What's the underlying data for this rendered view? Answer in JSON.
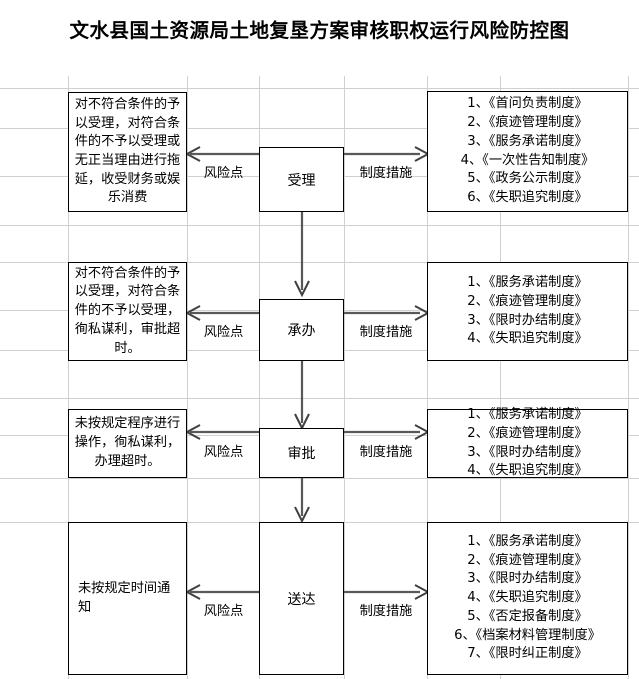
{
  "title": "文水县国土资源局土地复垦方案审核职权运行风险防控图",
  "labels": {
    "risk_point": "风险点",
    "measures": "制度措施"
  },
  "rows": [
    {
      "stage": "受理",
      "risk_text": "对不符合条件的予以受理，对符合条件的不予以受理或无正当理由进行拖延，收受财务或娱乐消费",
      "risk_align": "center",
      "measures": [
        "1、《首问负责制度》",
        "2、《痕迹管理制度》",
        "3、《服务承诺制度》",
        "4、《一次性告知制度》",
        "5、《政务公示制度》",
        "6、《失职追究制度》"
      ]
    },
    {
      "stage": "承办",
      "risk_text": "对不符合条件的予以受理，对符合条件的不予以受理，徇私谋利，审批超时。",
      "risk_align": "center",
      "measures": [
        "1、《服务承诺制度》",
        "2、《痕迹管理制度》",
        "3、《限时办结制度》",
        "4、《失职追究制度》"
      ]
    },
    {
      "stage": "审批",
      "risk_text": "未按规定程序进行操作，徇私谋利，办理超时。",
      "risk_align": "center",
      "measures": [
        "1、《服务承诺制度》",
        "2、《痕迹管理制度》",
        "3、《限时办结制度》",
        "4、《失职追究制度》"
      ]
    },
    {
      "stage": "送达",
      "risk_text": "未按规定时间通知",
      "risk_align": "left",
      "measures": [
        "1、《服务承诺制度》",
        "2、《痕迹管理制度》",
        "3、《限时办结制度》",
        "4、《失职追究制度》",
        "5、《否定报备制度》",
        "6、《档案材料管理制度》",
        "7、《限时纠正制度》"
      ]
    }
  ],
  "colors": {
    "border": "#000000",
    "arrow": "#595959",
    "gridline": "#d0d0d0",
    "background": "#ffffff"
  }
}
